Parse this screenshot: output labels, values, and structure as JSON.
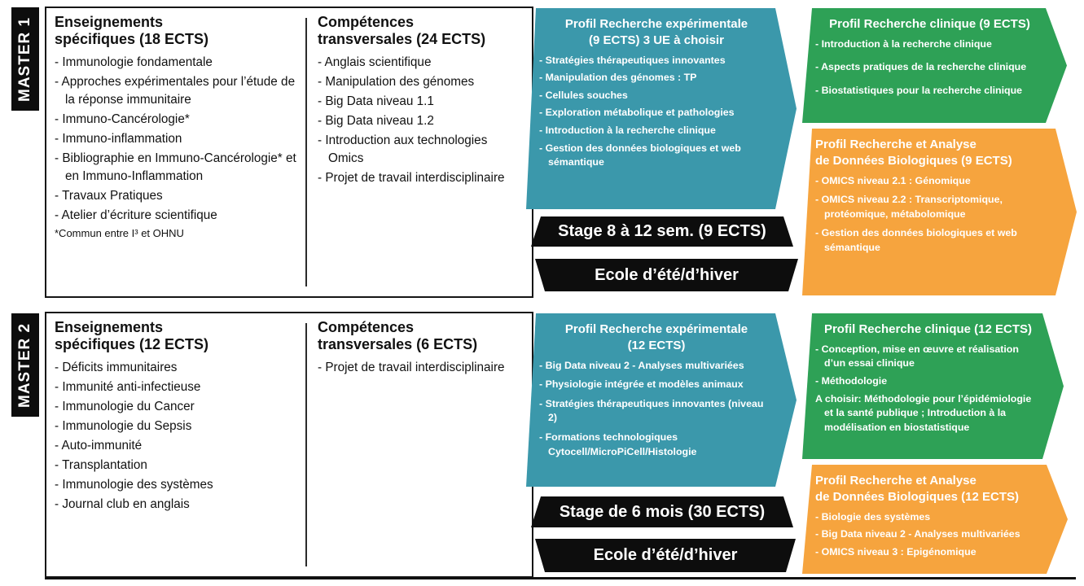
{
  "colors": {
    "teal": "#3b98ab",
    "green": "#2ea156",
    "orange": "#f6a43e",
    "black": "#0d0d0d"
  },
  "master1": {
    "label": "MASTER 1",
    "specific": {
      "title": "Enseignements\nspécifiques (18 ECTS)",
      "items": [
        "- Immunologie fondamentale",
        "- Approches expérimentales pour l’étude de la réponse immunitaire",
        "- Immuno-Cancérologie*",
        "- Immuno-inflammation",
        "- Bibliographie en Immuno-Cancérologie* et en Immuno-Inflammation",
        "- Travaux Pratiques",
        "- Atelier d’écriture scientifique"
      ],
      "footnote": "*Commun entre I³ et OHNU"
    },
    "transversal": {
      "title": "Compétences\ntransversales (24 ECTS)",
      "items": [
        "- Anglais scientifique",
        "- Manipulation des génomes",
        "- Big Data niveau 1.1",
        "- Big Data niveau 1.2",
        "- Introduction aux technologies Omics",
        "- Projet de travail interdisciplinaire"
      ]
    },
    "profiles": {
      "experimental": {
        "title": "Profil Recherche expérimentale\n(9 ECTS) 3 UE à choisir",
        "items": [
          "- Stratégies thérapeutiques innovantes",
          "- Manipulation des génomes : TP",
          "- Cellules souches",
          "- Exploration métabolique et pathologies",
          "- Introduction à la recherche clinique",
          "- Gestion des données biologiques et web sémantique"
        ]
      },
      "clinical": {
        "title": "Profil Recherche clinique (9 ECTS)",
        "items": [
          "- Introduction à la recherche clinique",
          "- Aspects pratiques de la recherche clinique",
          "- Biostatistiques pour la recherche clinique"
        ]
      },
      "biodata": {
        "title": "Profil Recherche et Analyse\nde Données Biologiques (9 ECTS)",
        "items": [
          "- OMICS niveau 2.1 : Génomique",
          "- OMICS niveau 2.2 : Transcriptomique, protéomique, métabolomique",
          "- Gestion des données biologiques et web sémantique"
        ]
      }
    },
    "banners": {
      "stage": "Stage 8 à 12 sem. (9 ECTS)",
      "school": "Ecole d’été/d’hiver"
    }
  },
  "master2": {
    "label": "MASTER 2",
    "specific": {
      "title": "Enseignements\nspécifiques (12 ECTS)",
      "items": [
        "- Déficits immunitaires",
        "- Immunité anti-infectieuse",
        "- Immunologie du Cancer",
        "- Immunologie du Sepsis",
        "- Auto-immunité",
        "- Transplantation",
        "- Immunologie des systèmes",
        "- Journal club en anglais"
      ]
    },
    "transversal": {
      "title": "Compétences\ntransversales (6 ECTS)",
      "items": [
        "- Projet de travail interdisciplinaire"
      ]
    },
    "profiles": {
      "experimental": {
        "title": "Profil Recherche expérimentale\n(12 ECTS)",
        "items": [
          "- Big Data niveau 2 - Analyses multivariées",
          "- Physiologie intégrée et modèles animaux",
          "- Stratégies thérapeutiques innovantes (niveau 2)",
          "- Formations technologiques Cytocell/MicroPiCell/Histologie"
        ]
      },
      "clinical": {
        "title": "Profil Recherche clinique (12 ECTS)",
        "items": [
          "- Conception, mise en œuvre et réalisation d’un essai clinique",
          "- Méthodologie",
          "A choisir: Méthodologie pour l’épidémiologie et la santé publique ; Introduction à la modélisation en biostatistique"
        ]
      },
      "biodata": {
        "title": "Profil Recherche et Analyse\nde Données Biologiques (12 ECTS)",
        "items": [
          "- Biologie des systèmes",
          "- Big Data niveau 2  - Analyses multivariées",
          "- OMICS niveau 3 : Epigénomique"
        ]
      }
    },
    "banners": {
      "stage": "Stage de 6 mois (30 ECTS)",
      "school": "Ecole d’été/d’hiver"
    }
  }
}
